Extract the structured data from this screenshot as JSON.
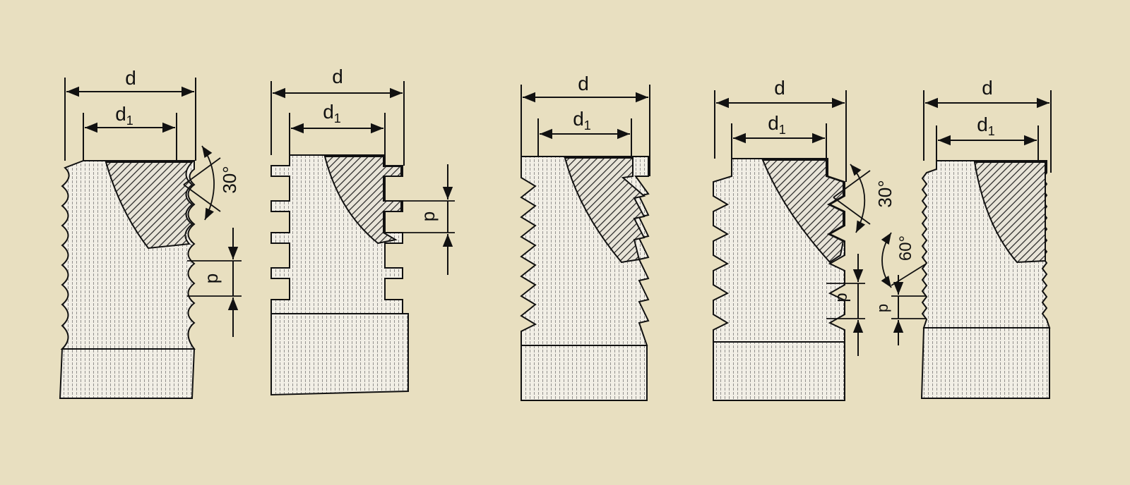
{
  "background_color": "#e8dfc0",
  "ink_color": "#111111",
  "hatch_color": "#222222",
  "labels": {
    "d": "d",
    "d1": "d",
    "d1_sub": "1",
    "p": "p",
    "angle_30": "30°",
    "angle_60": "60°"
  },
  "figures": [
    {
      "id": "round-thread",
      "dims": [
        "d",
        "d1",
        "p",
        "angle_30"
      ]
    },
    {
      "id": "square-thread",
      "dims": [
        "d",
        "d1",
        "p"
      ]
    },
    {
      "id": "buttress-thread",
      "dims": [
        "d",
        "d1"
      ]
    },
    {
      "id": "trapezoidal-thread",
      "dims": [
        "d",
        "d1",
        "p",
        "angle_30"
      ]
    },
    {
      "id": "v-thread",
      "dims": [
        "d",
        "d1",
        "p",
        "angle_60"
      ]
    }
  ]
}
